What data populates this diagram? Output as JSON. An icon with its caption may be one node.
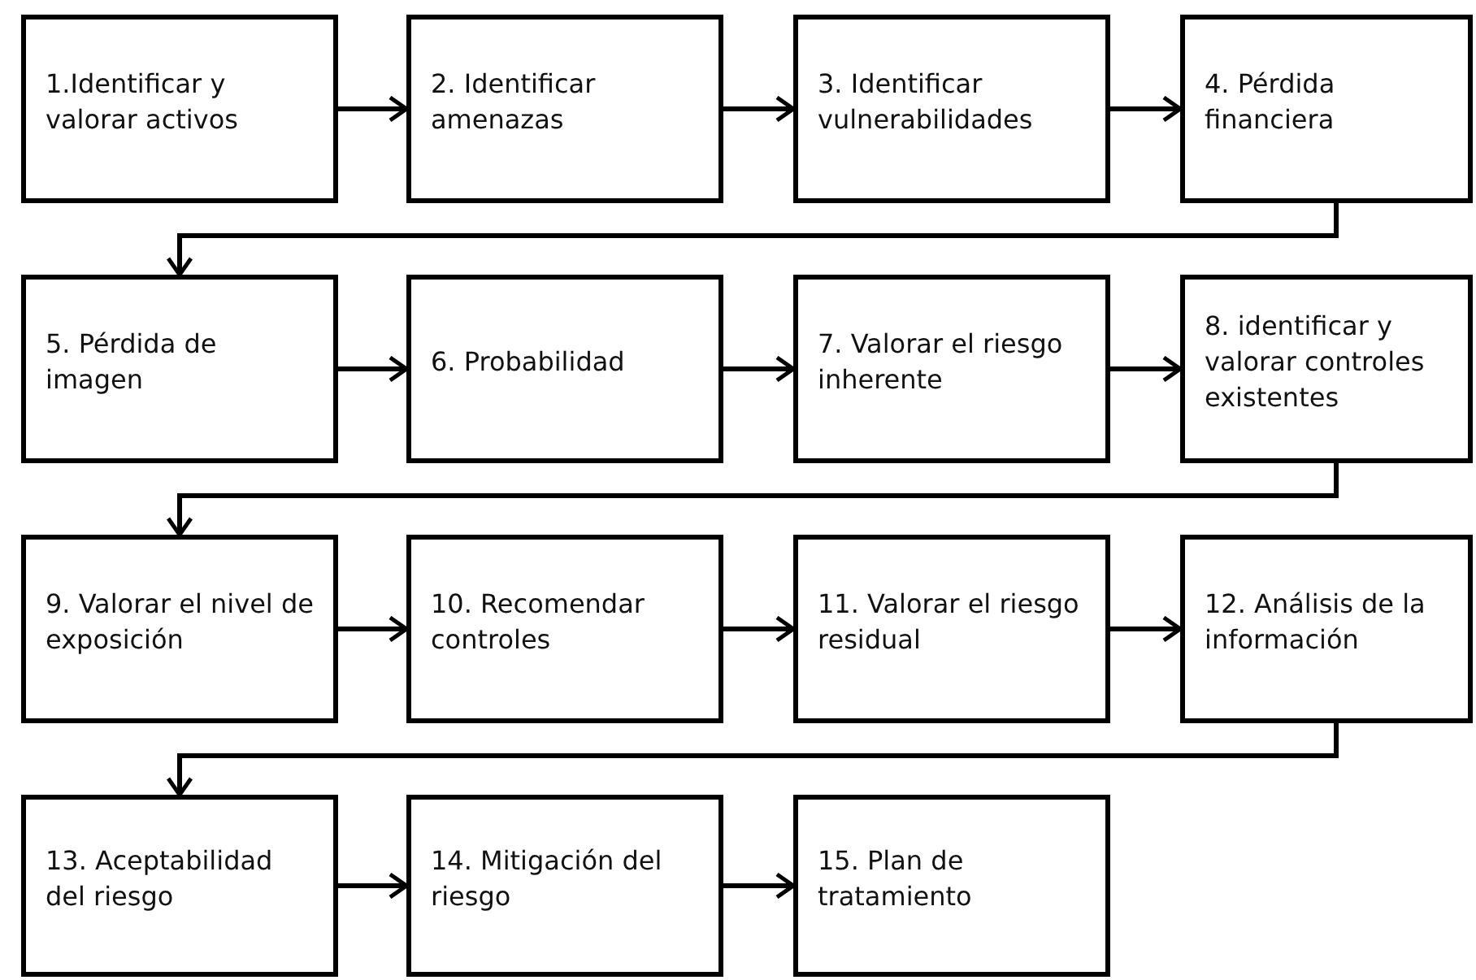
{
  "diagram": {
    "nodes": [
      {
        "text": [
          "1.Identificar y valorar activos"
        ]
      },
      {
        "text": [
          "2. Identificar amenazas"
        ]
      },
      {
        "text": [
          "3. Identificar vulnerabilidades"
        ]
      },
      {
        "text": [
          "4. Pérdida financiera"
        ]
      },
      {
        "text": [
          "5. Pérdida de imagen"
        ]
      },
      {
        "text": [
          "6. Probabilidad"
        ]
      },
      {
        "text": [
          "7. Valorar el riesgo inherente"
        ]
      },
      {
        "text": [
          "8. identificar y valorar controles existentes"
        ]
      },
      {
        "text": [
          "9. Valorar el nivel de exposición"
        ]
      },
      {
        "text": [
          "10. Recomendar controles"
        ]
      },
      {
        "text": [
          "11. Valorar el riesgo residual"
        ]
      },
      {
        "text": [
          "12. Análisis de la información"
        ]
      },
      {
        "text": [
          "13. Aceptabilidad del riesgo"
        ]
      },
      {
        "text": [
          "14. Mitigación del riesgo"
        ]
      },
      {
        "text": [
          "15. Plan de tratamiento"
        ]
      }
    ],
    "edges": [
      {
        "from": 0,
        "to": 1,
        "arrow": "to"
      },
      {
        "from": 1,
        "to": 2,
        "arrow": "to"
      },
      {
        "from": 2,
        "to": 3,
        "arrow": "to"
      },
      {
        "from": 3,
        "to": 4,
        "arrow": "to"
      },
      {
        "from": 4,
        "to": 5,
        "arrow": "to"
      },
      {
        "from": 5,
        "to": 6,
        "arrow": "to"
      },
      {
        "from": 6,
        "to": 7,
        "arrow": "to"
      },
      {
        "from": 7,
        "to": 8,
        "arrow": "to"
      },
      {
        "from": 8,
        "to": 9,
        "arrow": "to"
      },
      {
        "from": 9,
        "to": 10,
        "arrow": "to"
      },
      {
        "from": 10,
        "to": 11,
        "arrow": "to"
      },
      {
        "from": 11,
        "to": 12,
        "arrow": "to"
      },
      {
        "from": 12,
        "to": 13,
        "arrow": "to"
      },
      {
        "from": 13,
        "to": 14,
        "arrow": "to"
      }
    ]
  }
}
